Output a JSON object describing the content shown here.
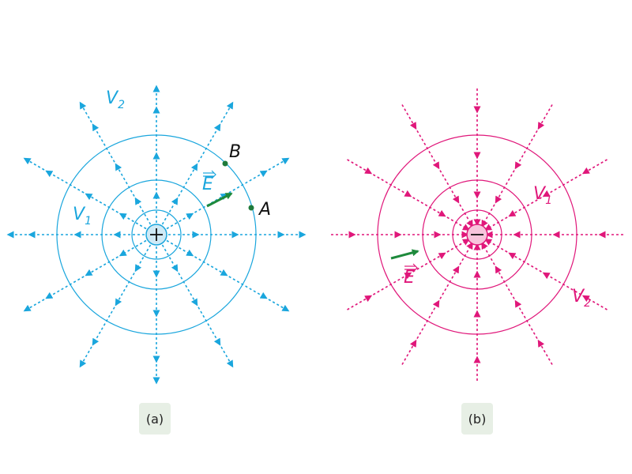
{
  "colors": {
    "positive": "#1aa6dd",
    "negative": "#e0177a",
    "field_vector": "#1e8a3c",
    "point": "#1e7a3a",
    "caption_bg": "#e7efe5",
    "positive_charge_fill": "#cfeaf6",
    "negative_charge_fill": "#f7c4dc"
  },
  "panels": [
    {
      "id": "a",
      "caption": "(a)",
      "charge_symbol": "+",
      "field_direction": "outward",
      "labels": {
        "v1": "V",
        "v1_sub": "1",
        "v2": "V",
        "v2_sub": "2",
        "field": "E",
        "point_a": "A",
        "point_b": "B"
      }
    },
    {
      "id": "b",
      "caption": "(b)",
      "charge_symbol": "−",
      "field_direction": "inward",
      "labels": {
        "v1": "V",
        "v1_sub": "1",
        "v2": "V",
        "v2_sub": "2",
        "field": "E"
      }
    }
  ]
}
